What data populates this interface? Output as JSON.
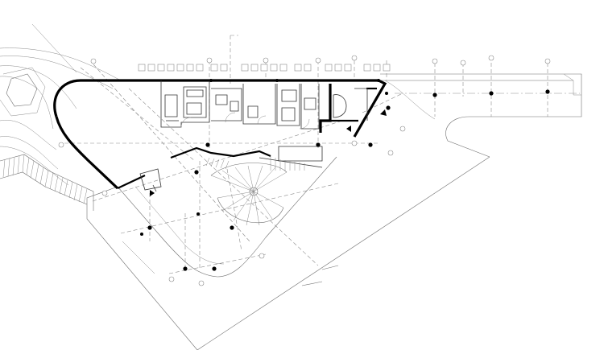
{
  "drawing": {
    "kind": "architectural-floor-plan",
    "line_color": "#000000",
    "background": "#ffffff",
    "grid_tag_count_top": 9,
    "structural_columns": 18,
    "text_labels": []
  }
}
